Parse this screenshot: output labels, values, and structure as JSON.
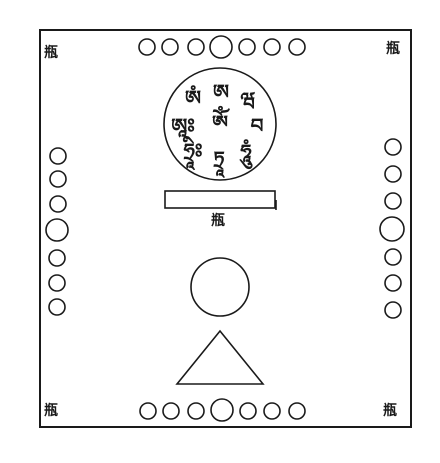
{
  "corner_labels": {
    "top_left": "瓶",
    "top_right": "瓶",
    "bottom_left": "瓶",
    "bottom_right": "瓶"
  },
  "center_label": "瓶",
  "mantra_wheel": {
    "center": "ༀ",
    "ring": [
      "ཨ",
      "ཝ",
      "བ",
      "ཧཱུཾ",
      "ཏྲཱ",
      "ཧྲཱིཿ",
      "ཨཱཿ",
      "ཨཾ"
    ]
  }
}
